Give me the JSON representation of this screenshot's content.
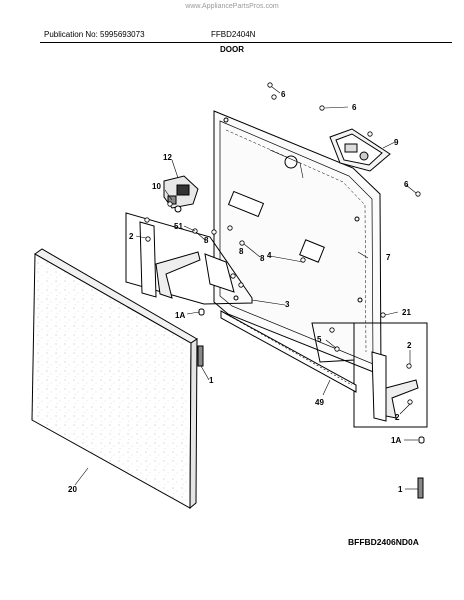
{
  "watermark": "www.AppliancePartsPros.com",
  "header": {
    "publication": "Publication No: 5995693073",
    "model": "FFBD2404N",
    "section_title": "DOOR"
  },
  "diagram_code": "BFFBD2406ND0A",
  "callouts": [
    "6",
    "6",
    "9",
    "6",
    "12",
    "10",
    "51",
    "8",
    "8",
    "8",
    "2",
    "4",
    "7",
    "3",
    "21",
    "1A",
    "5",
    "2",
    "1",
    "49",
    "2",
    "1A",
    "1",
    "20"
  ]
}
